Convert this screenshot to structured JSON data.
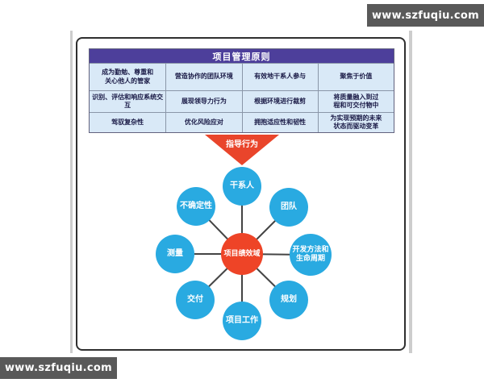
{
  "watermarks": {
    "top": "www.szfuqiu.com",
    "bottom": "www.szfuqiu.com"
  },
  "table": {
    "title": "项目管理原则",
    "rows": [
      [
        "成为勤勉、尊重和\n关心他人的管家",
        "营造协作的团队环境",
        "有效地干系人参与",
        "聚焦于价值"
      ],
      [
        "识别、评估和响应系统交互",
        "展现领导力行为",
        "根据环境进行裁剪",
        "将质量融入到过\n程和可交付物中"
      ],
      [
        "驾驭复杂性",
        "优化风险应对",
        "拥抱适应性和韧性",
        "为实现预期的未来\n状态而驱动变革"
      ]
    ]
  },
  "arrow_label": "指导行为",
  "hub": {
    "center_label": "项目绩效域",
    "nodes": [
      {
        "label": "干系人"
      },
      {
        "label": "团队"
      },
      {
        "label": "开发方法和\n生命周期"
      },
      {
        "label": "规划"
      },
      {
        "label": "项目工作"
      },
      {
        "label": "交付"
      },
      {
        "label": "测量"
      },
      {
        "label": "不确定性"
      }
    ]
  },
  "colors": {
    "table_header_bg": "#4d3f9b",
    "table_cell_bg": "#d9e9f7",
    "table_text": "#1a1a46",
    "arrow_red": "#e9452b",
    "hub_center_red": "#ee4427",
    "node_cyan": "#29aae1",
    "watermark_gray": "#595959",
    "panel_border": "#2f2f2f",
    "spoke_line": "#444444"
  }
}
